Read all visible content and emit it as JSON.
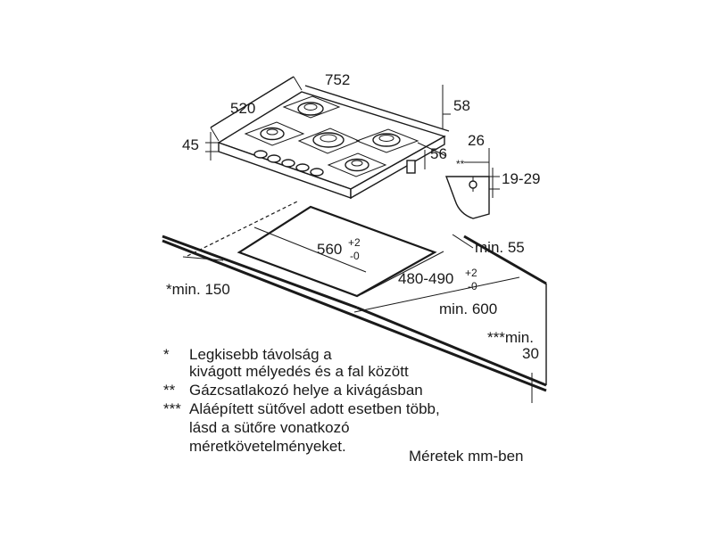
{
  "dimensions": {
    "depth": "520",
    "width": "752",
    "height_left": "45",
    "height_right": "58",
    "side_56": "56",
    "detail_width": "26",
    "detail_range": "19-29",
    "min_rear": "min. 55",
    "cutout_width_base": "560",
    "cutout_width_tol_up": "+2",
    "cutout_width_tol_down": "-0",
    "cutout_depth_base": "480-490",
    "cutout_depth_tol_up": "+2",
    "cutout_depth_tol_down": "-0",
    "min_side": "*min. 150",
    "min_depth": "min. 600",
    "min_bottom_label": "***min.",
    "min_bottom_value": "30",
    "gas_marker": "**"
  },
  "notes": [
    {
      "marker": "*",
      "text": "Legkisebb távolság a"
    },
    {
      "marker": "",
      "text": "kivágott mélyedés és a fal között"
    },
    {
      "marker": "**",
      "text": "Gázcsatlakozó helye a kivágásban"
    },
    {
      "marker": "***",
      "text": "Aláépített sütővel adott esetben több,"
    },
    {
      "marker": "",
      "text": "lásd a sütőre vonatkozó"
    },
    {
      "marker": "",
      "text": "méretkövetelményeket."
    }
  ],
  "units_note": "Méretek mm-ben"
}
